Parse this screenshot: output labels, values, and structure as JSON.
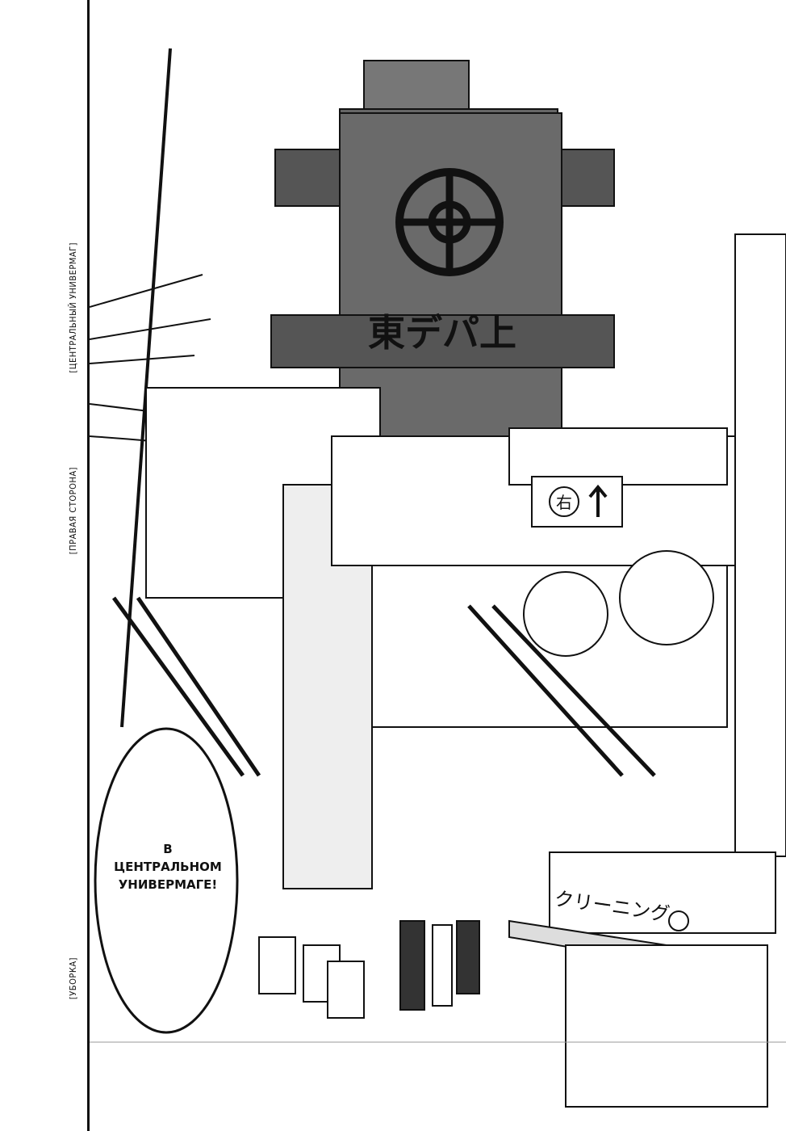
{
  "captions": [
    "[ЦЕНТРАЛЬНЫЙ УНИВЕРМАГ]",
    "[ПРАВАЯ СТОРОНА]",
    "[УБОРКА]"
  ],
  "speech_bubble": {
    "lines": [
      "В",
      "ЦЕНТРАЛЬНОМ",
      "УНИВЕРМАГЕ!"
    ]
  },
  "signs": {
    "tower_logo": "東デパ上",
    "direction_sign": "右",
    "shop_sign": "クリーニング"
  }
}
